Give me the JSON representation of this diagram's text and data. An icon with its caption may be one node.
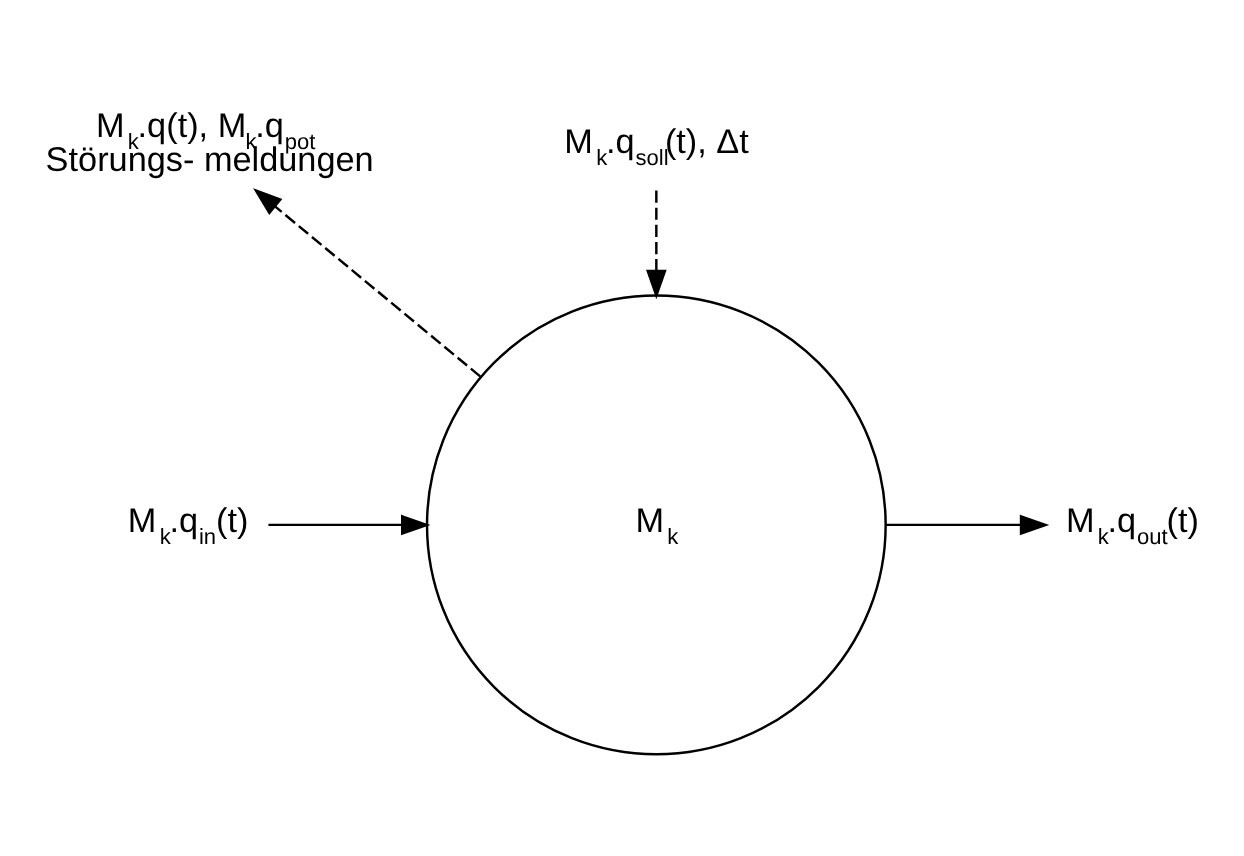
{
  "diagram": {
    "nodes": [
      {
        "text": [
          "M$_{k}$.q$_{in}$(t)"
        ]
      },
      {
        "text": [
          "M$_{k}$"
        ]
      },
      {
        "text": [
          "M$_{k}$.q$_{out}$(t)"
        ]
      },
      {
        "text": [
          "M$_{k}$.q$_{soll}$(t), Δt"
        ]
      },
      {
        "text": [
          "M$_{k}$.q(t), M$_{k}$.q$_{pot}$",
          "Störungs- meldungen"
        ]
      }
    ],
    "edges": [
      {
        "from": 0,
        "to": 1,
        "arrow": "to"
      },
      {
        "from": 1,
        "to": 2,
        "arrow": "to"
      },
      {
        "from": 3,
        "to": 1,
        "arrow": "to",
        "style": "dashed"
      },
      {
        "from": 1,
        "to": 4,
        "arrow": "to",
        "style": "dashed"
      }
    ]
  }
}
